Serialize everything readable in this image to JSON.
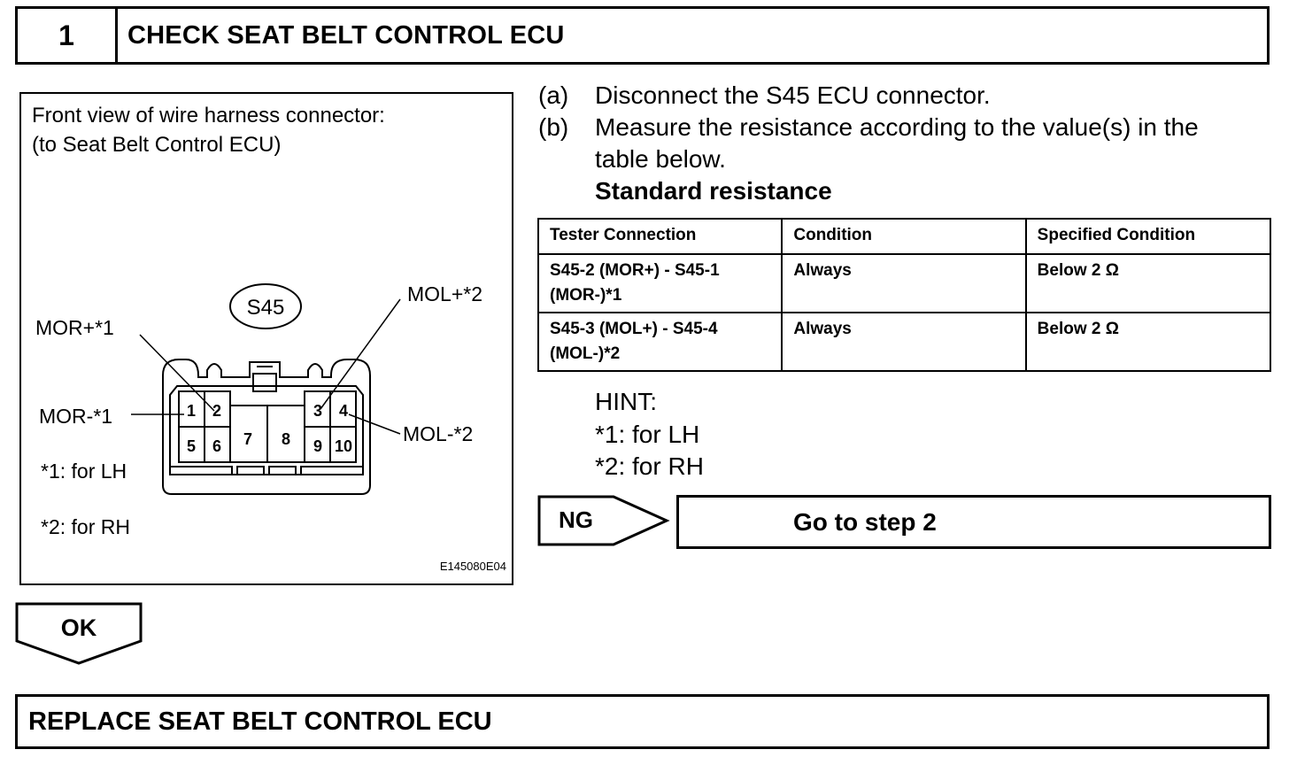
{
  "step": {
    "number": "1",
    "title": "CHECK SEAT BELT CONTROL ECU"
  },
  "figure": {
    "caption_line1": "Front view of wire harness connector:",
    "caption_line2": "(to Seat Belt Control ECU)",
    "connector_id": "S45",
    "labels": {
      "mor_plus": "MOR+*1",
      "mor_minus": "MOR-*1",
      "mol_plus": "MOL+*2",
      "mol_minus": "MOL-*2"
    },
    "pins": [
      "1",
      "2",
      "3",
      "4",
      "5",
      "6",
      "7",
      "8",
      "9",
      "10"
    ],
    "note1": "*1: for LH",
    "note2": "*2: for RH",
    "figure_code": "E145080E04"
  },
  "instructions": {
    "a_marker": "(a)",
    "a_text": "Disconnect the S45 ECU connector.",
    "b_marker": "(b)",
    "b_text_line1": "Measure the resistance according to the value(s) in the",
    "b_text_line2": "table below.",
    "standard_label": "Standard resistance"
  },
  "table": {
    "headers": [
      "Tester Connection",
      "Condition",
      "Specified Condition"
    ],
    "rows": [
      {
        "connection_line1": "S45-2 (MOR+) - S45-1",
        "connection_line2": "(MOR-)*1",
        "condition": "Always",
        "specified": "Below 2 Ω"
      },
      {
        "connection_line1": "S45-3 (MOL+) - S45-4",
        "connection_line2": "(MOL-)*2",
        "condition": "Always",
        "specified": "Below 2 Ω"
      }
    ]
  },
  "hint": {
    "title": "HINT:",
    "line1": "*1: for LH",
    "line2": "*2: for RH"
  },
  "ng": {
    "label": "NG",
    "action": "Go to step 2"
  },
  "ok": {
    "label": "OK"
  },
  "next_step": {
    "title": "REPLACE SEAT BELT CONTROL ECU"
  }
}
